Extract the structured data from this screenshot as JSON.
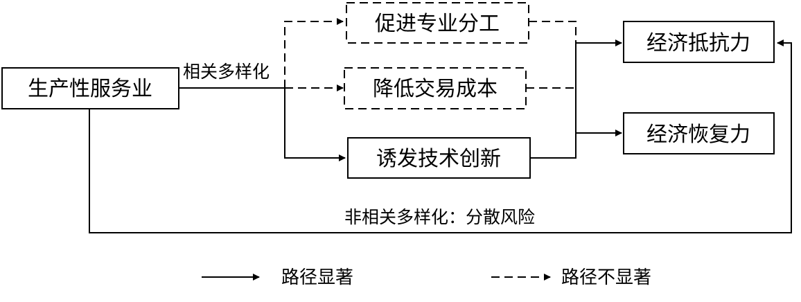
{
  "diagram": {
    "nodes": {
      "producer_services": "生产性服务业",
      "specialization": "促进专业分工",
      "transaction_cost": "降低交易成本",
      "tech_innovation": "诱发技术创新",
      "resistance": "经济抵抗力",
      "recovery": "经济恢复力"
    },
    "edge_labels": {
      "related": "相关多样化",
      "unrelated": "非相关多样化：分散风险"
    },
    "legend": {
      "significant": "路径显著",
      "not_significant": "路径不显著"
    }
  }
}
